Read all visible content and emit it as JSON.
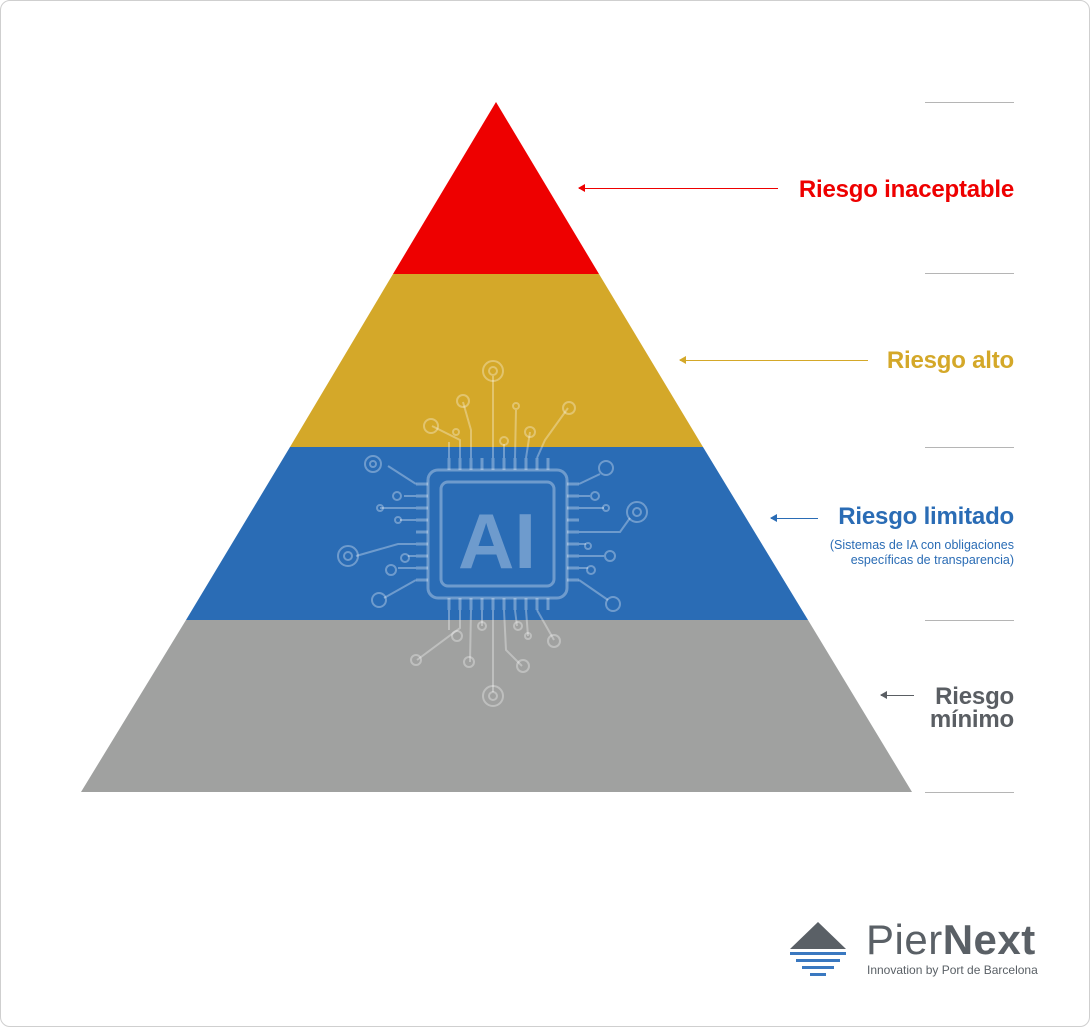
{
  "levels": [
    {
      "label": "Riesgo inaceptable",
      "color": "#ee0000"
    },
    {
      "label": "Riesgo alto",
      "color": "#d4a829"
    },
    {
      "label": "Riesgo limitado",
      "color": "#2a6cb5",
      "note": "(Sistemas de IA con obligaciones específicas de transparencia)"
    },
    {
      "label_line1": "Riesgo",
      "label_line2": "mínimo",
      "color": "#5a5e63"
    }
  ],
  "chip": {
    "text": "AI"
  },
  "brand": {
    "name_part1": "Pier",
    "name_part2": "Next",
    "tagline": "Innovation by Port de Barcelona"
  }
}
